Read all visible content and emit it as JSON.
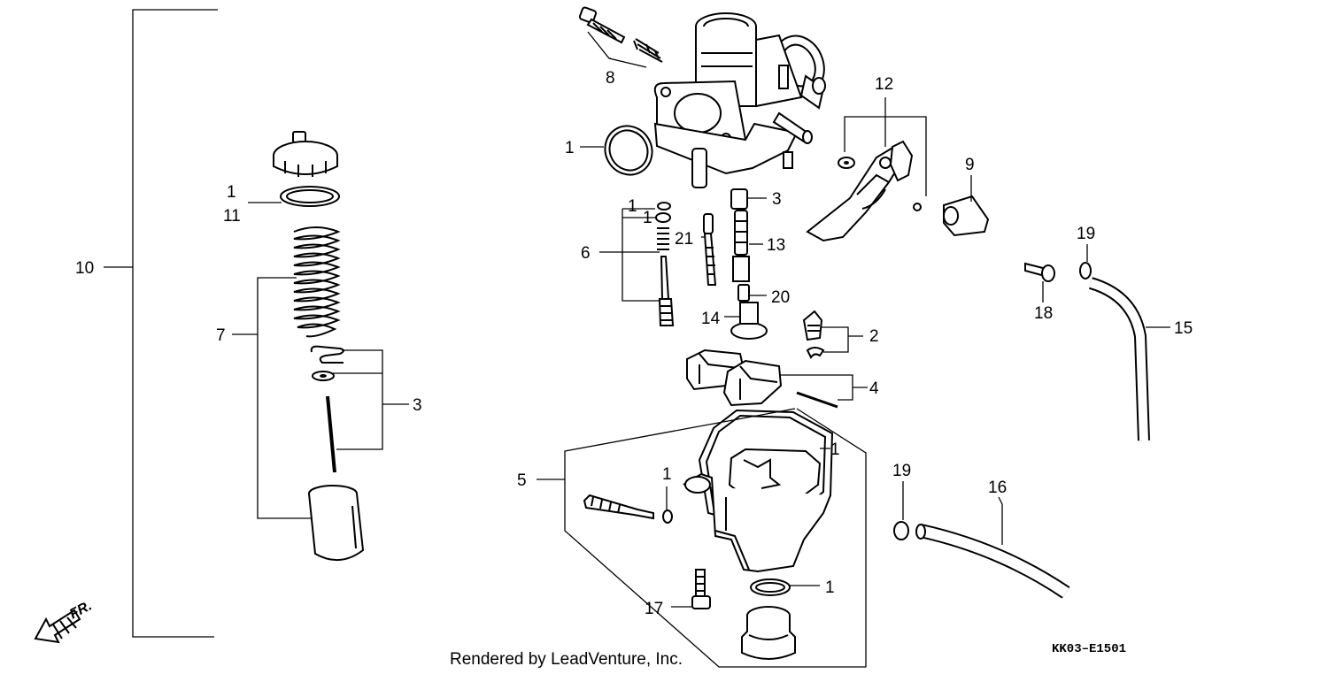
{
  "callouts": [
    {
      "id": "c10",
      "label": "10"
    },
    {
      "id": "c1a",
      "label": "1"
    },
    {
      "id": "c11",
      "label": "11"
    },
    {
      "id": "c7",
      "label": "7"
    },
    {
      "id": "c3a",
      "label": "3"
    },
    {
      "id": "c8",
      "label": "8"
    },
    {
      "id": "c1b",
      "label": "1"
    },
    {
      "id": "c1c",
      "label": "1"
    },
    {
      "id": "c1d",
      "label": "1"
    },
    {
      "id": "c6",
      "label": "6"
    },
    {
      "id": "c21",
      "label": "21"
    },
    {
      "id": "c3b",
      "label": "3"
    },
    {
      "id": "c13",
      "label": "13"
    },
    {
      "id": "c20",
      "label": "20"
    },
    {
      "id": "c14",
      "label": "14"
    },
    {
      "id": "c2",
      "label": "2"
    },
    {
      "id": "c4",
      "label": "4"
    },
    {
      "id": "c5",
      "label": "5"
    },
    {
      "id": "c1e",
      "label": "1"
    },
    {
      "id": "c1f",
      "label": "1"
    },
    {
      "id": "c1g",
      "label": "1"
    },
    {
      "id": "c17",
      "label": "17"
    },
    {
      "id": "c12",
      "label": "12"
    },
    {
      "id": "c9",
      "label": "9"
    },
    {
      "id": "c19a",
      "label": "19"
    },
    {
      "id": "c18",
      "label": "18"
    },
    {
      "id": "c15",
      "label": "15"
    },
    {
      "id": "c19b",
      "label": "19"
    },
    {
      "id": "c16",
      "label": "16"
    }
  ],
  "credit": "Rendered by LeadVenture, Inc.",
  "diagram_code": "KK03–E1501",
  "front_marker": "FR.",
  "icons": {
    "front_arrow": "arrow-left-down-icon"
  }
}
